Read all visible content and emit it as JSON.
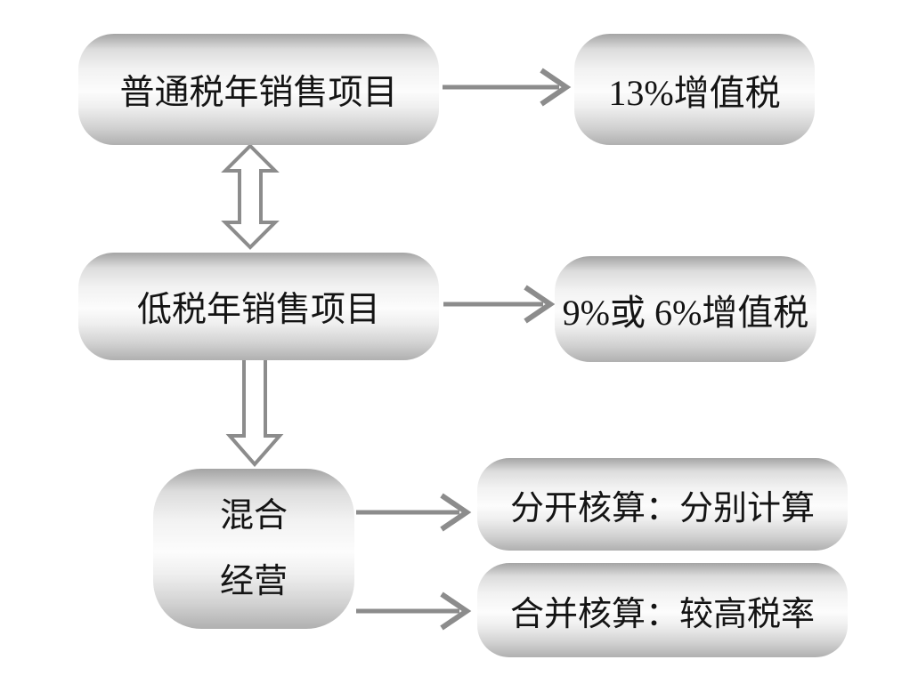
{
  "diagram": {
    "title": "VAT mixed-operation tax flowchart",
    "background_color": "#ffffff",
    "text_color": "#141414",
    "arrow_color": "#8c8c8c",
    "hollow_arrow_fill": "#ffffff",
    "box_gradient": {
      "edge": "#a4a4a4",
      "middle": "#fcfcfc",
      "bottom": "#b0b0b0"
    },
    "nodes": {
      "general_sales": {
        "label": "普通税年销售项目"
      },
      "vat13": {
        "label": "13%增值税"
      },
      "low_tax_sales": {
        "label": "低税年销售项目"
      },
      "vat9or6": {
        "label": "9%或 6%增值税"
      },
      "mixed": {
        "line1": "混合",
        "line2": "经营"
      },
      "separate": {
        "label": "分开核算：分别计算"
      },
      "combined": {
        "label": "合并核算：较高税率"
      }
    },
    "edges": [
      {
        "from": "general_sales",
        "to": "vat13",
        "style": "line-arrow",
        "direction": "right"
      },
      {
        "from": "general_sales",
        "to": "low_tax_sales",
        "style": "hollow-double-arrow",
        "direction": "up-down"
      },
      {
        "from": "low_tax_sales",
        "to": "vat9or6",
        "style": "line-arrow",
        "direction": "right"
      },
      {
        "from": "low_tax_sales",
        "to": "mixed",
        "style": "hollow-arrow",
        "direction": "down"
      },
      {
        "from": "mixed",
        "to": "separate",
        "style": "line-arrow",
        "direction": "right"
      },
      {
        "from": "mixed",
        "to": "combined",
        "style": "line-arrow",
        "direction": "right"
      }
    ]
  }
}
